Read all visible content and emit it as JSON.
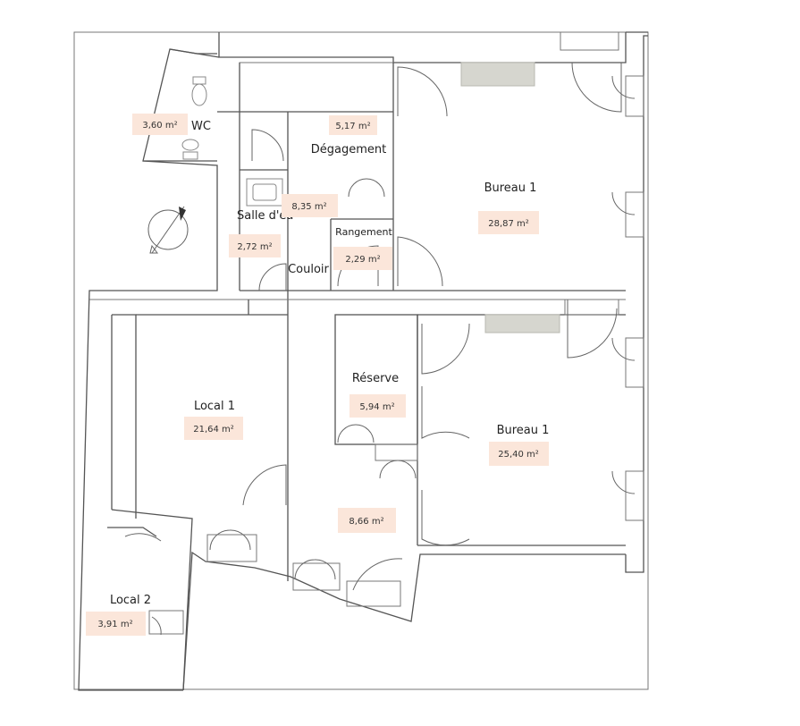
{
  "rooms": [
    {
      "id": "wc",
      "label": "WC",
      "area": "3,60 m²"
    },
    {
      "id": "degagement",
      "label": "Dégagement",
      "area": "5,17 m²"
    },
    {
      "id": "bureau-1-top",
      "label": "Bureau 1",
      "area": "28,87 m²"
    },
    {
      "id": "salle-deau",
      "label": "Salle d'ea",
      "area": "2,72 m²"
    },
    {
      "id": "couloir",
      "label": "Couloir",
      "area": "8,35 m²"
    },
    {
      "id": "rangement",
      "label": "Rangement",
      "area": "2,29 m²"
    },
    {
      "id": "local-1",
      "label": "Local 1",
      "area": "21,64 m²"
    },
    {
      "id": "reserve",
      "label": "Réserve",
      "area": "5,94 m²"
    },
    {
      "id": "bureau-1-bottom",
      "label": "Bureau 1",
      "area": "25,40 m²"
    },
    {
      "id": "hall",
      "label": "",
      "area": "8,66 m²"
    },
    {
      "id": "local-2",
      "label": "Local 2",
      "area": "3,91 m²"
    }
  ],
  "icons": [
    "north-arrow-icon",
    "toilet-icon",
    "sink-icon",
    "radiator-icon"
  ],
  "colors": {
    "area_badge": "#fbe6da",
    "walls": "#555555",
    "radiator": "#d6d6cf"
  }
}
